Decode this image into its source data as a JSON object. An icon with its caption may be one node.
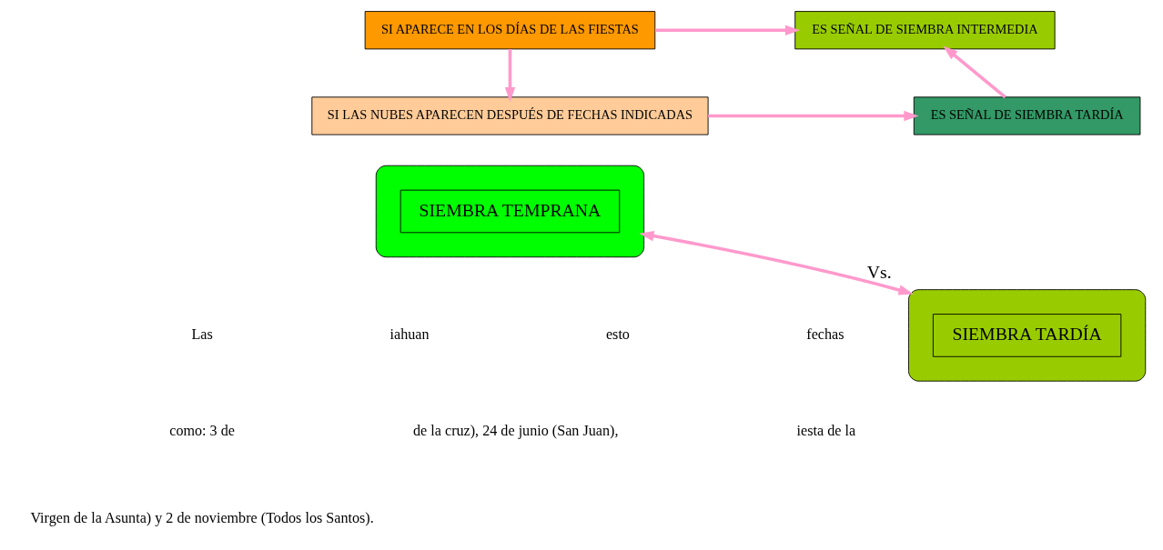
{
  "diagram": {
    "nodes": [
      {
        "text": [
          "SI APARECE EN LOS DÍAS DE LAS FIESTAS"
        ]
      },
      {
        "text": [
          "ES SEÑAL DE SIEMBRA INTERMEDIA"
        ]
      },
      {
        "text": [
          "SI LAS NUBES APARECEN DESPUÉS DE FECHAS INDICADAS"
        ]
      },
      {
        "text": [
          "ES SEÑAL DE SIEMBRA TARDÍA"
        ]
      },
      {
        "text": [],
        "shape": "ellipse"
      },
      {
        "text": [
          "SIEMBRA TEMPRANA"
        ],
        "in": 4
      },
      {
        "text": [],
        "shape": "ellipse"
      },
      {
        "text": [
          "SIEMBRA TARDÍA"
        ],
        "in": 6
      }
    ],
    "edges": [
      {
        "from": 0,
        "to": 1,
        "arrow": "to"
      },
      {
        "from": 0,
        "to": 2,
        "arrow": "to"
      },
      {
        "from": 2,
        "to": 3,
        "arrow": "to"
      },
      {
        "from": 3,
        "to": 1,
        "arrow": "to"
      },
      {
        "from": 4,
        "to": 6,
        "arrow": "both",
        "label": "Vs."
      }
    ],
    "labels": [
      "Las",
      "iahuan",
      "esto",
      "fechas",
      "como: 3 de",
      "de la cruz), 24 de junio (San Juan),",
      "iesta de la",
      "Virgen de la Asunta) y 2 de noviembre (Todos los Santos)."
    ]
  }
}
